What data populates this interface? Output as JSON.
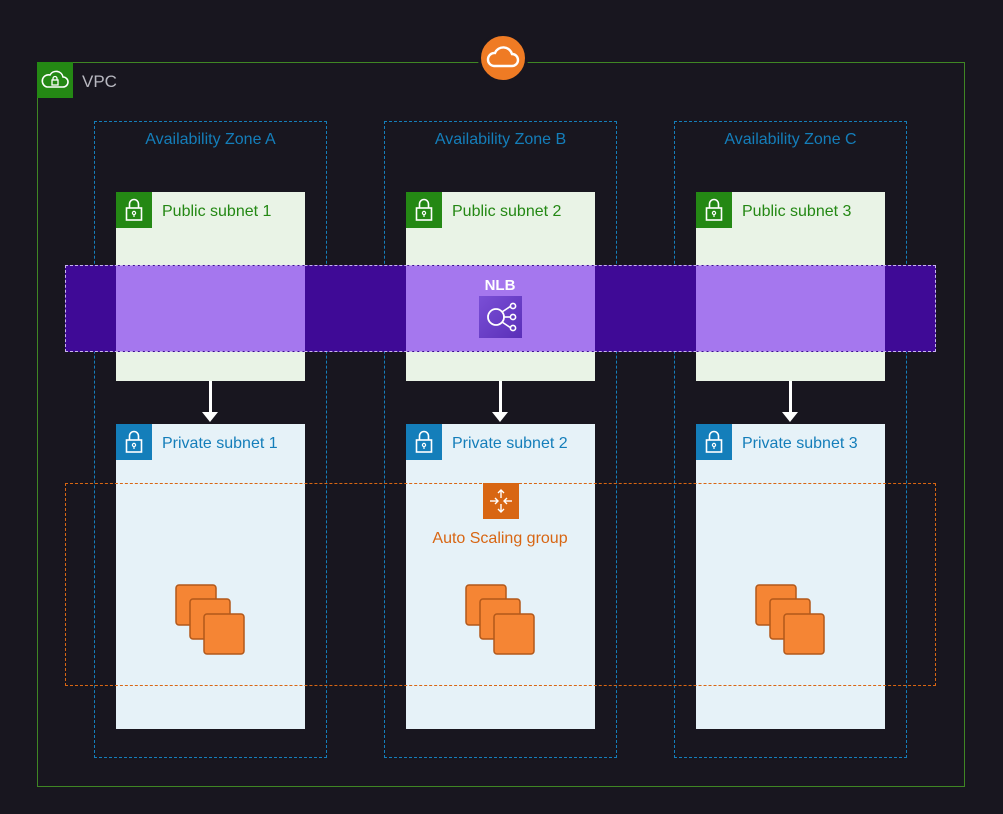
{
  "vpc": {
    "label": "VPC",
    "icon": "vpc-cloud-lock-icon"
  },
  "cloud": {
    "icon": "aws-cloud-icon"
  },
  "zones": [
    {
      "label": "Availability Zone A",
      "public_subnet": "Public subnet 1",
      "private_subnet": "Private subnet 1"
    },
    {
      "label": "Availability Zone B",
      "public_subnet": "Public subnet 2",
      "private_subnet": "Private subnet 2"
    },
    {
      "label": "Availability Zone C",
      "public_subnet": "Public subnet 3",
      "private_subnet": "Private subnet 3"
    }
  ],
  "nlb": {
    "label": "NLB",
    "icon": "network-load-balancer-icon"
  },
  "asg": {
    "label": "Auto Scaling group",
    "icon": "auto-scaling-icon"
  },
  "instances": {
    "icon": "ec2-instances-icon"
  },
  "colors": {
    "background": "#18161f",
    "vpc": "#248814",
    "availability_zone": "#147eba",
    "public_subnet": "#e9f3e6",
    "private_subnet": "#e6f2f8",
    "nlb_band": "#3f0a96",
    "nlb_fill": "#a577ee",
    "asg": "#d86613",
    "ec2": "#f58534"
  }
}
